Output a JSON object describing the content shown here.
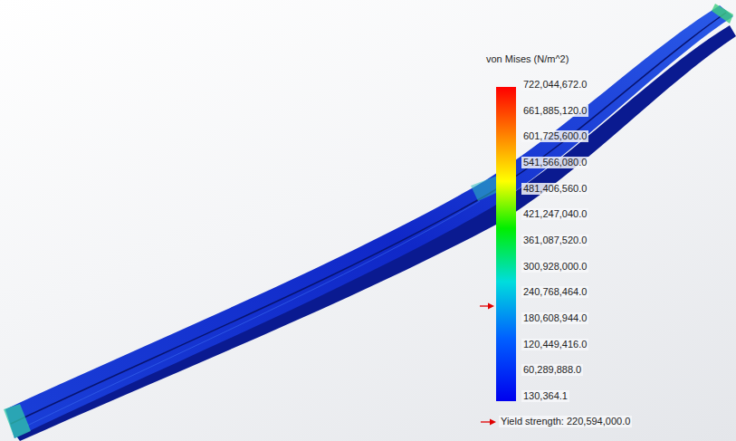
{
  "diagram": {
    "title": "von Mises (N/m^2)",
    "labels": [
      "722,044,672.0",
      "661,885,120.0",
      "601,725,600.0",
      "541,566,080.0",
      "481,406,560.0",
      "421,247,040.0",
      "361,087,520.0",
      "300,928,000.0",
      "240,768,464.0",
      "180,608,944.0",
      "120,449,416.0",
      "60,289,888.0",
      "130,364.1",
      "Yield strength: 220,594,000.0"
    ]
  }
}
